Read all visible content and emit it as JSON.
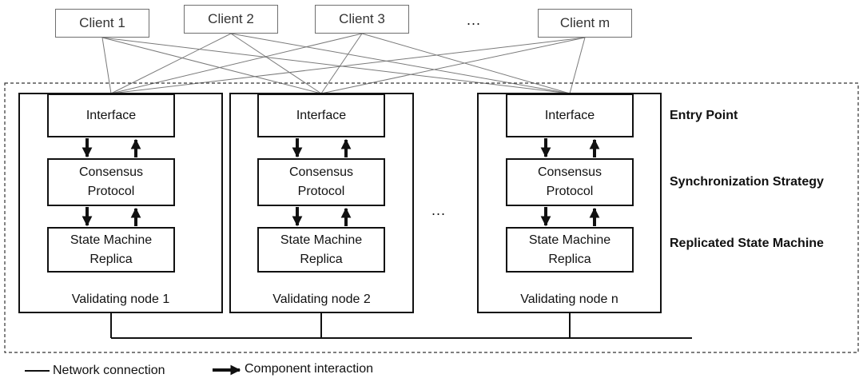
{
  "clients": [
    "Client 1",
    "Client 2",
    "Client 3",
    "Client m"
  ],
  "client_ellipsis": "...",
  "nodes": [
    {
      "label": "Validating node 1",
      "interface": "Interface",
      "consensus": "Consensus\nProtocol",
      "state_machine": "State Machine\nReplica"
    },
    {
      "label": "Validating node 2",
      "interface": "Interface",
      "consensus": "Consensus\nProtocol",
      "state_machine": "State Machine\nReplica"
    },
    {
      "label": "Validating node n",
      "interface": "Interface",
      "consensus": "Consensus\nProtocol",
      "state_machine": "State Machine\nReplica"
    }
  ],
  "node_ellipsis": "...",
  "layers": {
    "entry": "Entry Point",
    "sync": "Synchronization Strategy",
    "replicated": "Replicated State Machine"
  },
  "legend": {
    "network": "Network connection",
    "component": "Component interaction"
  },
  "colors": {
    "line": "#111111",
    "client_border": "#6f6f6f",
    "client_wire": "#7a7a7a"
  }
}
